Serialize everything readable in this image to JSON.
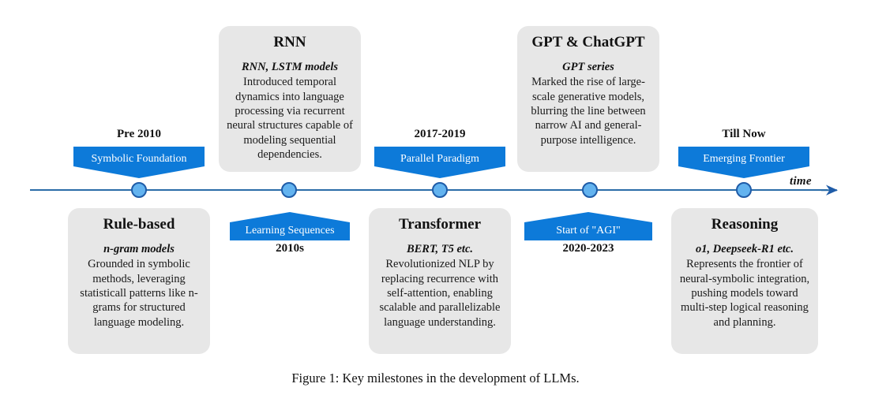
{
  "figure": {
    "caption": "Figure 1: Key milestones in the development of LLMs.",
    "axis_label": "time",
    "colors": {
      "banner_blue": "#0d7ad9",
      "axis_blue": "#2b6ca8",
      "node_fill": "#63b3ef",
      "node_stroke": "#1f5ca8",
      "card_gray": "#e7e7e7"
    }
  },
  "milestones": [
    {
      "era": "Pre 2010",
      "banner": "Symbolic Foundation",
      "banner_position": "above",
      "title": "Rule-based",
      "subtitle": "n-gram models",
      "body": "Grounded in symbolic methods, leveraging statisticall patterns like n-grams for structured language modeling.",
      "card_position": "below"
    },
    {
      "era": "2010s",
      "banner": "Learning Sequences",
      "banner_position": "below",
      "title": "RNN",
      "subtitle": "RNN, LSTM models",
      "body": "Introduced temporal dynamics into language processing via recurrent neural structures capable of modeling sequential dependencies.",
      "card_position": "above"
    },
    {
      "era": "2017-2019",
      "banner": "Parallel Paradigm",
      "banner_position": "above",
      "title": "Transformer",
      "subtitle": "BERT, T5 etc.",
      "body": "Revolutionized NLP by replacing recurrence with self-attention, enabling scalable and parallelizable language understanding.",
      "card_position": "below"
    },
    {
      "era": "2020-2023",
      "banner": "Start of \"AGI\"",
      "banner_position": "below",
      "title": "GPT & ChatGPT",
      "subtitle": "GPT series",
      "body": "Marked the rise of large-scale generative models, blurring the line between narrow AI and general-purpose intelligence.",
      "card_position": "above"
    },
    {
      "era": "Till Now",
      "banner": "Emerging Frontier",
      "banner_position": "above",
      "title": "Reasoning",
      "subtitle": "o1, Deepseek-R1 etc.",
      "body": "Represents the frontier of neural-symbolic integration, pushing models toward multi-step logical reasoning and planning.",
      "card_position": "below"
    }
  ]
}
